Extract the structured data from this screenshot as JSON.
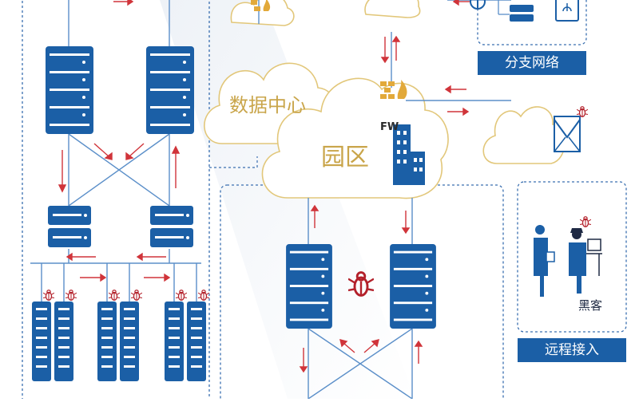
{
  "labels": {
    "data_center": "数据中心",
    "campus": "园区",
    "fw": "FW",
    "branch_network": "分支网络",
    "remote_access": "远程接入",
    "hacker": "黑客"
  },
  "colors": {
    "server_blue": "#1b5fa6",
    "virus_red": "#b3202a",
    "cloud_stroke": "#e2c77a",
    "dashed_blue": "#3a6fb0",
    "arrow_red": "#d0343a",
    "link_blue": "#5b8fc9"
  },
  "icons": [
    "server-icon",
    "virus-icon",
    "firewall-icon",
    "building-icon",
    "mail-icon",
    "person-icon",
    "hacker-icon",
    "laptop-icon"
  ]
}
